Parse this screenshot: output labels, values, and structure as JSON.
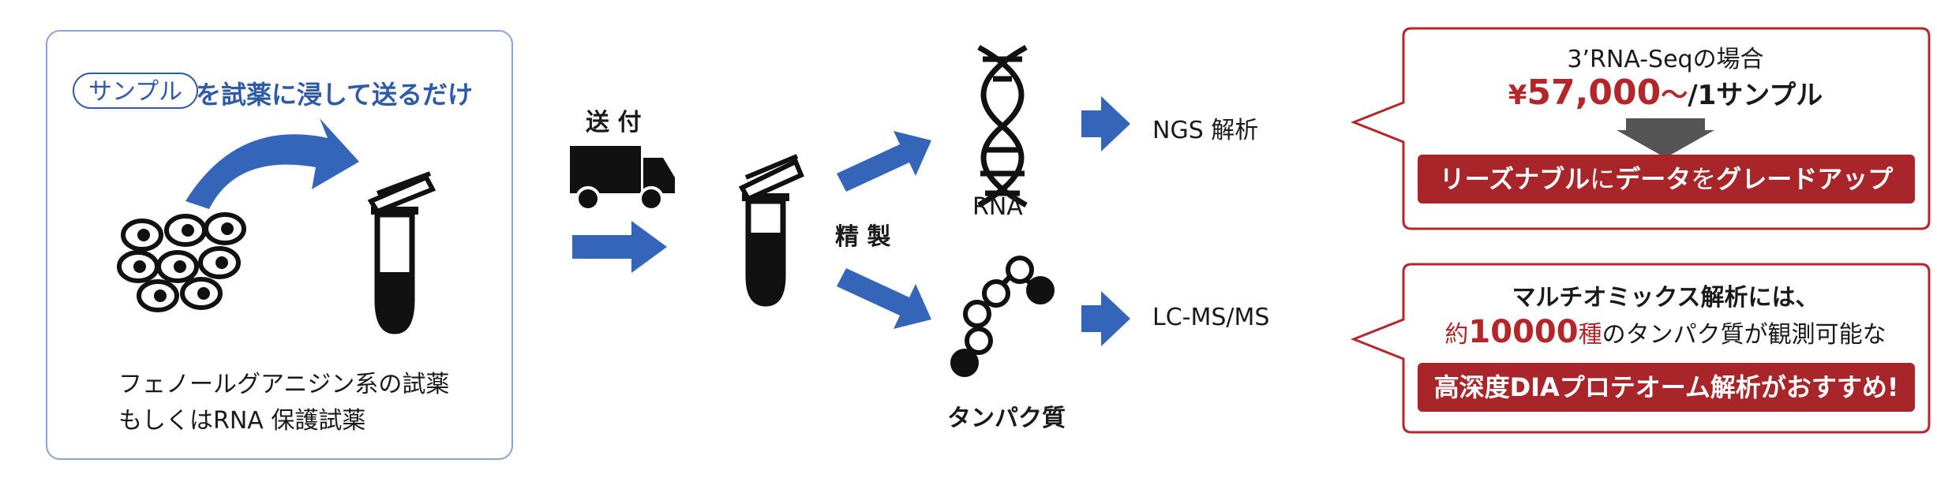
{
  "left_panel": {
    "pill_label": "サンプル",
    "headline_rest": "を試薬に浸して送るだけ",
    "caption_line1": "フェノールグアニジン系の試薬",
    "caption_line2": "もしくはRNA 保護試薬"
  },
  "steps": {
    "ship_label": "送 付",
    "purify_label": "精 製"
  },
  "outputs": {
    "rna_label": "RNA",
    "rna_analysis": "NGS 解析",
    "protein_label": "タンパク質",
    "protein_analysis": "LC-MS/MS"
  },
  "callout_rna": {
    "title": "3’RNA-Seqの場合",
    "price_symbol": "¥",
    "price_value": "57,000",
    "price_tilde": "～",
    "price_unit": "/1サンプル",
    "banner_part1": "リーズナブル",
    "banner_part2": "に",
    "banner_part3": "データ",
    "banner_part4": "を",
    "banner_part5": "グレードアップ"
  },
  "callout_protein": {
    "title": "マルチオミックス解析には、",
    "line2_prefix": "約",
    "line2_number": "10000",
    "line2_kind": "種",
    "line2_rest": "のタンパク質が観測可能な",
    "banner": "高深度DIAプロテオーム解析がおすすめ!"
  },
  "colors": {
    "accent_blue": "#2f5aa8",
    "arrow_blue": "#3565b8",
    "callout_red": "#a8262a",
    "tube_fill": "#3a1a1a"
  }
}
